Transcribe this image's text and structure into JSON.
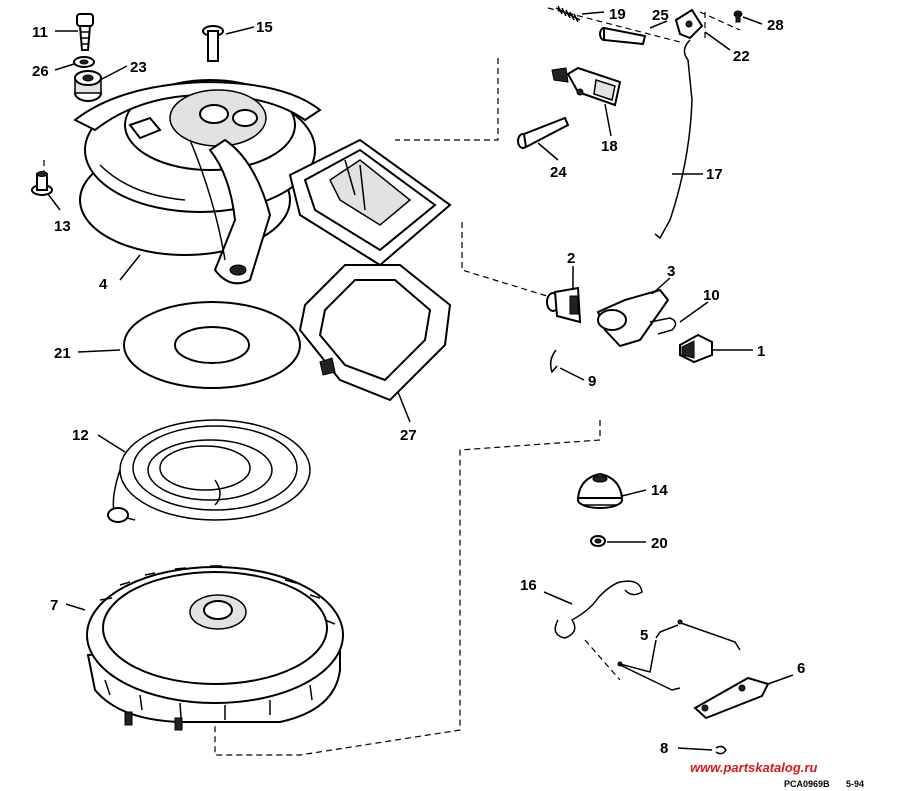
{
  "diagram": {
    "callouts": {
      "c1": "1",
      "c2": "2",
      "c3": "3",
      "c4": "4",
      "c5": "5",
      "c6": "6",
      "c7": "7",
      "c8": "8",
      "c9": "9",
      "c10": "10",
      "c11": "11",
      "c12": "12",
      "c13": "13",
      "c14": "14",
      "c15": "15",
      "c16": "16",
      "c17": "17",
      "c18": "18",
      "c19": "19",
      "c20": "20",
      "c21": "21",
      "c22": "22",
      "c23": "23",
      "c24": "24",
      "c25": "25",
      "c26": "26",
      "c27": "27",
      "c28": "28"
    },
    "watermark": "www.partskatalog.ru",
    "figure_code": "PCA0969B",
    "figure_date": "5-94"
  }
}
